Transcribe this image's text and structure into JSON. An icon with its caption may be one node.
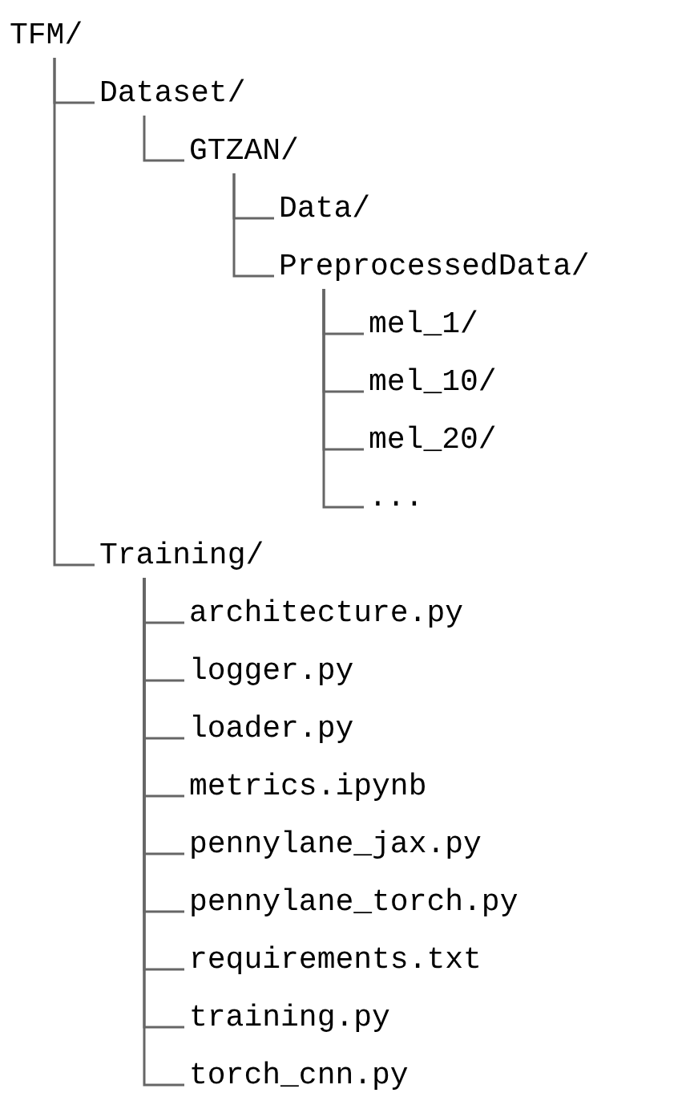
{
  "diagram": {
    "nodes": [
      {
        "text": [
          "TFM/"
        ]
      },
      {
        "text": [
          "Dataset/"
        ]
      },
      {
        "text": [
          "GTZAN/"
        ]
      },
      {
        "text": [
          "Data/"
        ]
      },
      {
        "text": [
          "PreprocessedData/"
        ]
      },
      {
        "text": [
          "mel_1/"
        ]
      },
      {
        "text": [
          "mel_10/"
        ]
      },
      {
        "text": [
          "mel_20/"
        ]
      },
      {
        "text": [
          "..."
        ]
      },
      {
        "text": [
          "Training/"
        ]
      },
      {
        "text": [
          "architecture.py"
        ]
      },
      {
        "text": [
          "logger.py"
        ]
      },
      {
        "text": [
          "loader.py"
        ]
      },
      {
        "text": [
          "metrics.ipynb"
        ]
      },
      {
        "text": [
          "pennylane_jax.py"
        ]
      },
      {
        "text": [
          "pennylane_torch.py"
        ]
      },
      {
        "text": [
          "requirements.txt"
        ]
      },
      {
        "text": [
          "training.py"
        ]
      },
      {
        "text": [
          "torch_cnn.py"
        ]
      }
    ],
    "edges": [
      {
        "from": 0,
        "to": 1,
        "arrow": "none"
      },
      {
        "from": 1,
        "to": 2,
        "arrow": "none"
      },
      {
        "from": 2,
        "to": 3,
        "arrow": "none"
      },
      {
        "from": 2,
        "to": 4,
        "arrow": "none"
      },
      {
        "from": 4,
        "to": 5,
        "arrow": "none"
      },
      {
        "from": 4,
        "to": 6,
        "arrow": "none"
      },
      {
        "from": 4,
        "to": 7,
        "arrow": "none"
      },
      {
        "from": 4,
        "to": 8,
        "arrow": "none"
      },
      {
        "from": 0,
        "to": 9,
        "arrow": "none"
      },
      {
        "from": 9,
        "to": 10,
        "arrow": "none"
      },
      {
        "from": 9,
        "to": 11,
        "arrow": "none"
      },
      {
        "from": 9,
        "to": 12,
        "arrow": "none"
      },
      {
        "from": 9,
        "to": 13,
        "arrow": "none"
      },
      {
        "from": 9,
        "to": 14,
        "arrow": "none"
      },
      {
        "from": 9,
        "to": 15,
        "arrow": "none"
      },
      {
        "from": 9,
        "to": 16,
        "arrow": "none"
      },
      {
        "from": 9,
        "to": 17,
        "arrow": "none"
      },
      {
        "from": 9,
        "to": 18,
        "arrow": "none"
      }
    ]
  }
}
